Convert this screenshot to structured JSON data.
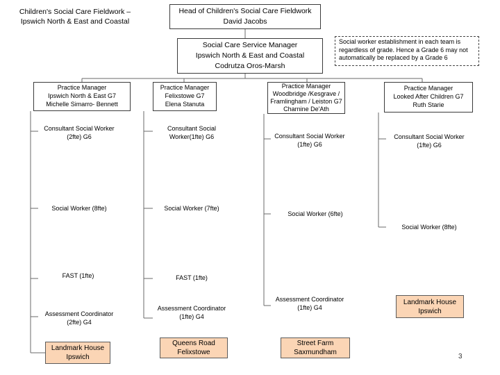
{
  "title": [
    "Children's Social Care Fieldwork –",
    "Ipswich North & East and Coastal"
  ],
  "head": [
    "Head of Children's Social Care Fieldwork",
    "David Jacobs"
  ],
  "service_manager": [
    "Social Care Service Manager",
    "Ipswich North & East and Coastal",
    "Codrutza Oros-Marsh"
  ],
  "note": [
    "Social worker establishment in each team is",
    "regardless of grade.  Hence a Grade 6 may not",
    "automatically be replaced by a Grade 6"
  ],
  "columns": [
    {
      "manager": [
        "Practice Manager",
        "Ipswich North & East G7",
        "Michelle Simarro- Bennett"
      ],
      "consultant": [
        "Consultant Social Worker",
        "(2fte)  G6"
      ],
      "social_worker": "Social Worker (8fte)",
      "fast": [
        "FAST",
        "(1fte)"
      ],
      "assessment": [
        "Assessment Coordinator",
        "(2fte)  G4"
      ],
      "location": [
        "Landmark House",
        "Ipswich"
      ]
    },
    {
      "manager": [
        "Practice Manager",
        "Felixstowe G7",
        "Elena Stanuta"
      ],
      "consultant": [
        "Consultant Social",
        "Worker(1fte)  G6"
      ],
      "social_worker": "Social Worker (7fte)",
      "fast": [
        "FAST  (1fte)"
      ],
      "assessment": [
        "Assessment Coordinator",
        "(1fte)  G4"
      ],
      "location": [
        "Queens Road",
        "Felixstowe"
      ]
    },
    {
      "manager": [
        "Practice Manager",
        "Woodbridge /Kesgrave /",
        "Framlingham / Leiston G7",
        "Charnine De'Ath"
      ],
      "consultant": [
        "Consultant Social Worker",
        "(1fte)  G6"
      ],
      "social_worker": "Social Worker (6fte)",
      "assessment": [
        "Assessment Coordinator",
        "(1fte)  G4"
      ],
      "location": [
        "Street Farm",
        "Saxmundham"
      ]
    },
    {
      "manager": [
        "Practice Manager",
        "Looked After Children G7",
        "Ruth Starie"
      ],
      "consultant": [
        "Consultant Social Worker",
        "(1fte)  G6"
      ],
      "social_worker": "Social Worker (8fte)",
      "location": [
        "Landmark House",
        "Ipswich"
      ]
    }
  ],
  "page_number": "3"
}
